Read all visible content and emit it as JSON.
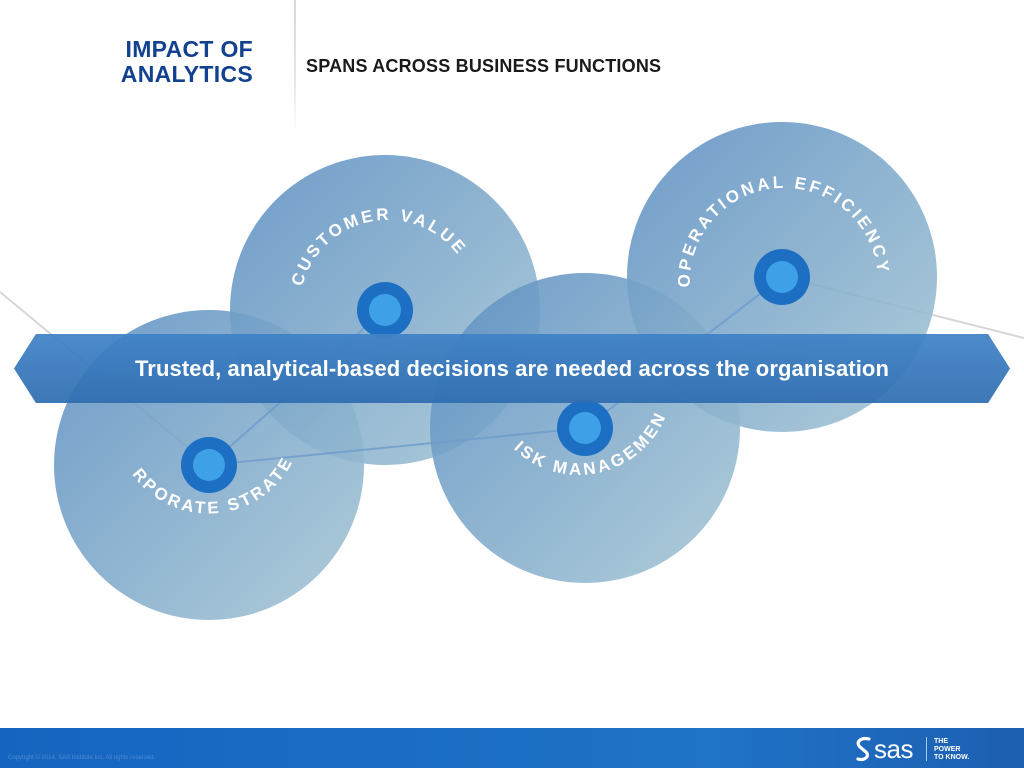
{
  "header": {
    "title_line1": "IMPACT OF",
    "title_line2": "ANALYTICS",
    "subtitle": "SPANS ACROSS BUSINESS FUNCTIONS"
  },
  "circles": [
    {
      "label": "CUSTOMER VALUE"
    },
    {
      "label": "OPERATIONAL EFFICIENCY"
    },
    {
      "label": "CORPORATE STRATEGY"
    },
    {
      "label": "RISK MANAGEMENT"
    }
  ],
  "banner": {
    "text": "Trusted, analytical-based decisions are needed across the organisation"
  },
  "footer": {
    "copyright": "Copyright © 2014, SAS Institute Inc. All rights reserved.",
    "logo_text": "sas",
    "tagline_line1": "THE",
    "tagline_line2": "POWER",
    "tagline_line3": "TO KNOW."
  },
  "colors": {
    "title": "#12418f",
    "circle_fill_start": "#5c8fc2",
    "circle_fill_end": "#9fc1d2",
    "node": "#1f86d8",
    "banner": "#3a7cc2",
    "footer": "#1565c0"
  }
}
